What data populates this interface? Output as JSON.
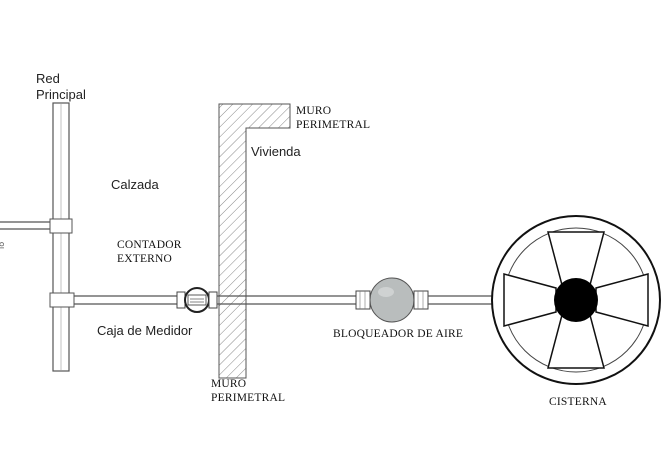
{
  "labels": {
    "red_principal_line1": "Red",
    "red_principal_line2": "Principal",
    "muro_top_line1": "MURO",
    "muro_top_line2": "PERIMETRAL",
    "vivienda": "Vivienda",
    "calzada": "Calzada",
    "contador_line1": "CONTADOR",
    "contador_line2": "EXTERNO",
    "caja_medidor": "Caja de Medidor",
    "bloqueador": "BLOQUEADOR DE AIRE",
    "muro_bottom_line1": "MURO",
    "muro_bottom_line2": "PERIMETRAL",
    "cisterna": "CISTERNA",
    "edge_mark": "lo"
  },
  "colors": {
    "line": "#555555",
    "wall_hatch": "#777777",
    "valve_fill": "#b9bdbd",
    "hub_fill": "#000000"
  }
}
